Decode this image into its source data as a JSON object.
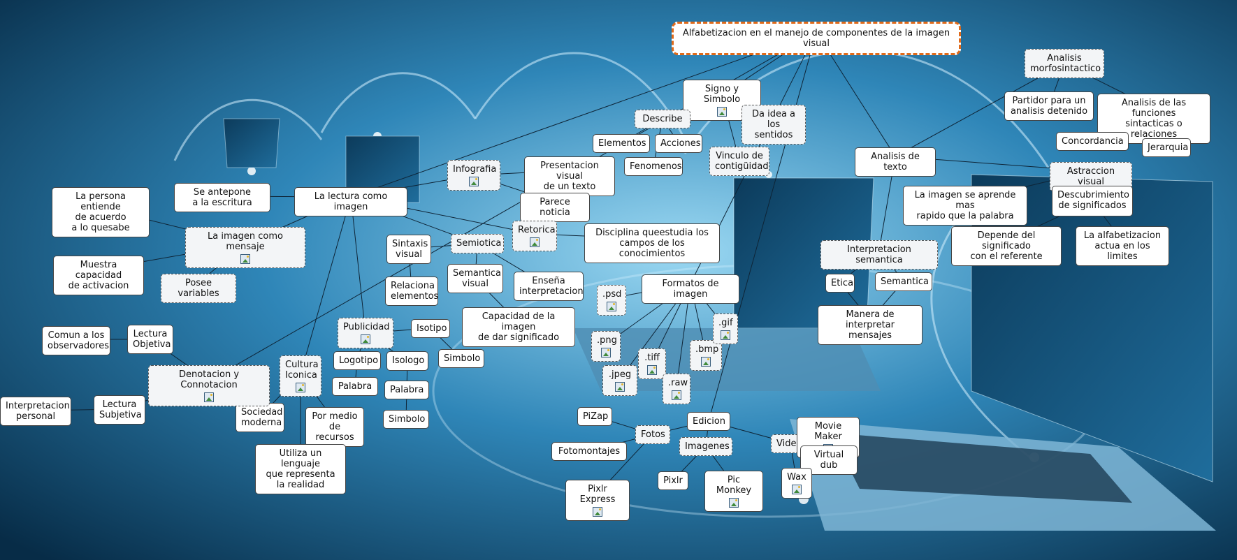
{
  "diagram": {
    "title": "Alfabetizacion en el manejo de componentes de la imagen visual",
    "colors": {
      "root_border": "#e06a1a",
      "node_bg": "#ffffff",
      "line": "#0e2436",
      "bg_dark": "#06304d",
      "bg_light": "#8fd0ee"
    },
    "nodes": [
      {
        "id": "root",
        "label": "Alfabetizacion en el manejo de componentes de la imagen visual"
      },
      {
        "id": "lectura_imagen",
        "label": "La lectura como imagen"
      },
      {
        "id": "se_antepone",
        "label": "Se antepone\na la escritura"
      },
      {
        "id": "persona_entiende",
        "label": "La persona entiende\nde acuerdo\na lo quesabe"
      },
      {
        "id": "imagen_mensaje",
        "label": "La imagen como mensaje"
      },
      {
        "id": "muestra_capacidad",
        "label": "Muestra capacidad\nde activacion"
      },
      {
        "id": "posee_variables",
        "label": "Posee variables"
      },
      {
        "id": "infografia",
        "label": "Infografia"
      },
      {
        "id": "presentacion_visual",
        "label": "Presentacion visual\nde un texto"
      },
      {
        "id": "parece_noticia",
        "label": "Parece noticia"
      },
      {
        "id": "retorica",
        "label": "Retorica"
      },
      {
        "id": "disciplina",
        "label": "Disciplina queestudia los\ncampos de los conocimientos"
      },
      {
        "id": "sintaxis_visual",
        "label": "Sintaxis\nvisual"
      },
      {
        "id": "relaciona",
        "label": "Relaciona\nelementos"
      },
      {
        "id": "semiotica",
        "label": "Semiotica"
      },
      {
        "id": "semantica_visual",
        "label": "Semantica\nvisual"
      },
      {
        "id": "ensena",
        "label": "Enseña\ninterpretacion"
      },
      {
        "id": "capacidad_imagen",
        "label": "Capacidad de la imagen\nde dar significado"
      },
      {
        "id": "publicidad",
        "label": "Publicidad"
      },
      {
        "id": "isotipo",
        "label": "Isotipo"
      },
      {
        "id": "simbolo_isotipo",
        "label": "Simbolo"
      },
      {
        "id": "logotipo",
        "label": "Logotipo"
      },
      {
        "id": "palabra_logotipo",
        "label": "Palabra"
      },
      {
        "id": "isologo",
        "label": "Isologo"
      },
      {
        "id": "palabra_isologo",
        "label": "Palabra"
      },
      {
        "id": "simbolo_isologo",
        "label": "Simbolo"
      },
      {
        "id": "cultura_iconica",
        "label": "Cultura\nIconica"
      },
      {
        "id": "sociedad_moderna",
        "label": "Sociedad\nmoderna"
      },
      {
        "id": "por_medio",
        "label": "Por medio\nde recursos"
      },
      {
        "id": "utiliza_lenguaje",
        "label": "Utiliza un lenguaje\nque representa\nla realidad"
      },
      {
        "id": "denotacion",
        "label": "Denotacion y Connotacion"
      },
      {
        "id": "lectura_objetiva",
        "label": "Lectura\nObjetiva"
      },
      {
        "id": "comun",
        "label": "Comun a los\nobservadores"
      },
      {
        "id": "lectura_subjetiva",
        "label": "Lectura\nSubjetiva"
      },
      {
        "id": "interpretacion_personal",
        "label": "Interpretacion\npersonal"
      },
      {
        "id": "signo_simbolo",
        "label": "Signo y Simbolo"
      },
      {
        "id": "describe",
        "label": "Describe"
      },
      {
        "id": "elementos",
        "label": "Elementos"
      },
      {
        "id": "acciones",
        "label": "Acciones"
      },
      {
        "id": "fenomenos",
        "label": "Fenomenos"
      },
      {
        "id": "da_idea",
        "label": "Da idea a\nlos sentidos"
      },
      {
        "id": "vinculo",
        "label": "Vinculo de\ncontigüidad"
      },
      {
        "id": "formatos",
        "label": "Formatos de imagen"
      },
      {
        "id": "psd",
        "label": ".psd"
      },
      {
        "id": "png",
        "label": ".png"
      },
      {
        "id": "tiff",
        "label": ".tiff"
      },
      {
        "id": "jpeg",
        "label": ".jpeg"
      },
      {
        "id": "raw",
        "label": ".raw"
      },
      {
        "id": "bmp",
        "label": ".bmp"
      },
      {
        "id": "gif",
        "label": ".gif"
      },
      {
        "id": "analisis_texto",
        "label": "Analisis de texto"
      },
      {
        "id": "interpretacion_semantica",
        "label": "Interpretacion semantica"
      },
      {
        "id": "etica",
        "label": "Etica"
      },
      {
        "id": "semantica",
        "label": "Semantica"
      },
      {
        "id": "manera_interpretar",
        "label": "Manera de interpretar\nmensajes"
      },
      {
        "id": "analisis_morfo",
        "label": "Analisis\nmorfosintactico"
      },
      {
        "id": "partidor",
        "label": "Partidor para un\nanalisis detenido"
      },
      {
        "id": "analisis_funciones",
        "label": "Analisis de las funciones\nsintacticas o relaciones"
      },
      {
        "id": "concordancia",
        "label": "Concordancia"
      },
      {
        "id": "jerarquia",
        "label": "Jerarquia"
      },
      {
        "id": "astraccion_visual",
        "label": "Astraccion visual"
      },
      {
        "id": "imagen_aprende",
        "label": "La imagen se aprende mas\nrapido que la palabra"
      },
      {
        "id": "descubrimiento",
        "label": "Descubrimiento\nde significados"
      },
      {
        "id": "depende_significado",
        "label": "Depende del significado\ncon el referente"
      },
      {
        "id": "alfabetizacion_actua",
        "label": "La alfabetizacion\nactua en los limites"
      },
      {
        "id": "edicion",
        "label": "Edicion"
      },
      {
        "id": "fotos",
        "label": "Fotos"
      },
      {
        "id": "pizap",
        "label": "PiZap"
      },
      {
        "id": "fotomontajes",
        "label": "Fotomontajes"
      },
      {
        "id": "pixlr_express",
        "label": "Pixlr Express"
      },
      {
        "id": "imagenes",
        "label": "Imagenes"
      },
      {
        "id": "pixlr",
        "label": "Pixlr"
      },
      {
        "id": "pic_monkey",
        "label": "Pic Monkey"
      },
      {
        "id": "videos",
        "label": "Videos"
      },
      {
        "id": "movie_maker",
        "label": "Movie Maker"
      },
      {
        "id": "virtual_dub",
        "label": "Virtual dub"
      },
      {
        "id": "wax",
        "label": "Wax"
      }
    ],
    "edges": [
      [
        "root",
        "lectura_imagen"
      ],
      [
        "root",
        "signo_simbolo"
      ],
      [
        "root",
        "formatos"
      ],
      [
        "root",
        "edicion"
      ],
      [
        "root",
        "analisis_texto"
      ],
      [
        "root",
        "denotacion"
      ],
      [
        "lectura_imagen",
        "se_antepone"
      ],
      [
        "lectura_imagen",
        "imagen_mensaje"
      ],
      [
        "lectura_imagen",
        "infografia"
      ],
      [
        "lectura_imagen",
        "retorica"
      ],
      [
        "lectura_imagen",
        "semiotica"
      ],
      [
        "lectura_imagen",
        "publicidad"
      ],
      [
        "lectura_imagen",
        "cultura_iconica"
      ],
      [
        "imagen_mensaje",
        "persona_entiende"
      ],
      [
        "imagen_mensaje",
        "muestra_capacidad"
      ],
      [
        "imagen_mensaje",
        "posee_variables"
      ],
      [
        "infografia",
        "presentacion_visual"
      ],
      [
        "infografia",
        "parece_noticia"
      ],
      [
        "retorica",
        "disciplina"
      ],
      [
        "semiotica",
        "sintaxis_visual"
      ],
      [
        "semiotica",
        "semantica_visual"
      ],
      [
        "semiotica",
        "ensena"
      ],
      [
        "sintaxis_visual",
        "relaciona"
      ],
      [
        "semantica_visual",
        "capacidad_imagen"
      ],
      [
        "publicidad",
        "isotipo"
      ],
      [
        "publicidad",
        "logotipo"
      ],
      [
        "publicidad",
        "isologo"
      ],
      [
        "isotipo",
        "simbolo_isotipo"
      ],
      [
        "logotipo",
        "palabra_logotipo"
      ],
      [
        "isologo",
        "palabra_isologo"
      ],
      [
        "palabra_isologo",
        "simbolo_isologo"
      ],
      [
        "cultura_iconica",
        "sociedad_moderna"
      ],
      [
        "cultura_iconica",
        "por_medio"
      ],
      [
        "cultura_iconica",
        "utiliza_lenguaje"
      ],
      [
        "denotacion",
        "lectura_objetiva"
      ],
      [
        "denotacion",
        "lectura_subjetiva"
      ],
      [
        "lectura_objetiva",
        "comun"
      ],
      [
        "lectura_subjetiva",
        "interpretacion_personal"
      ],
      [
        "signo_simbolo",
        "describe"
      ],
      [
        "signo_simbolo",
        "da_idea"
      ],
      [
        "signo_simbolo",
        "vinculo"
      ],
      [
        "describe",
        "elementos"
      ],
      [
        "describe",
        "acciones"
      ],
      [
        "describe",
        "fenomenos"
      ],
      [
        "formatos",
        "psd"
      ],
      [
        "formatos",
        "png"
      ],
      [
        "formatos",
        "tiff"
      ],
      [
        "formatos",
        "jpeg"
      ],
      [
        "formatos",
        "raw"
      ],
      [
        "formatos",
        "bmp"
      ],
      [
        "formatos",
        "gif"
      ],
      [
        "analisis_texto",
        "interpretacion_semantica"
      ],
      [
        "analisis_texto",
        "analisis_morfo"
      ],
      [
        "analisis_texto",
        "astraccion_visual"
      ],
      [
        "interpretacion_semantica",
        "etica"
      ],
      [
        "interpretacion_semantica",
        "semantica"
      ],
      [
        "etica",
        "manera_interpretar"
      ],
      [
        "semantica",
        "manera_interpretar"
      ],
      [
        "analisis_morfo",
        "partidor"
      ],
      [
        "analisis_morfo",
        "analisis_funciones"
      ],
      [
        "analisis_funciones",
        "concordancia"
      ],
      [
        "analisis_funciones",
        "jerarquia"
      ],
      [
        "astraccion_visual",
        "imagen_aprende"
      ],
      [
        "astraccion_visual",
        "descubrimiento"
      ],
      [
        "descubrimiento",
        "depende_significado"
      ],
      [
        "descubrimiento",
        "alfabetizacion_actua"
      ],
      [
        "edicion",
        "fotos"
      ],
      [
        "edicion",
        "imagenes"
      ],
      [
        "edicion",
        "videos"
      ],
      [
        "fotos",
        "pizap"
      ],
      [
        "fotos",
        "fotomontajes"
      ],
      [
        "fotos",
        "pixlr_express"
      ],
      [
        "imagenes",
        "pixlr"
      ],
      [
        "imagenes",
        "pic_monkey"
      ],
      [
        "videos",
        "movie_maker"
      ],
      [
        "videos",
        "virtual_dub"
      ],
      [
        "videos",
        "wax"
      ]
    ]
  }
}
